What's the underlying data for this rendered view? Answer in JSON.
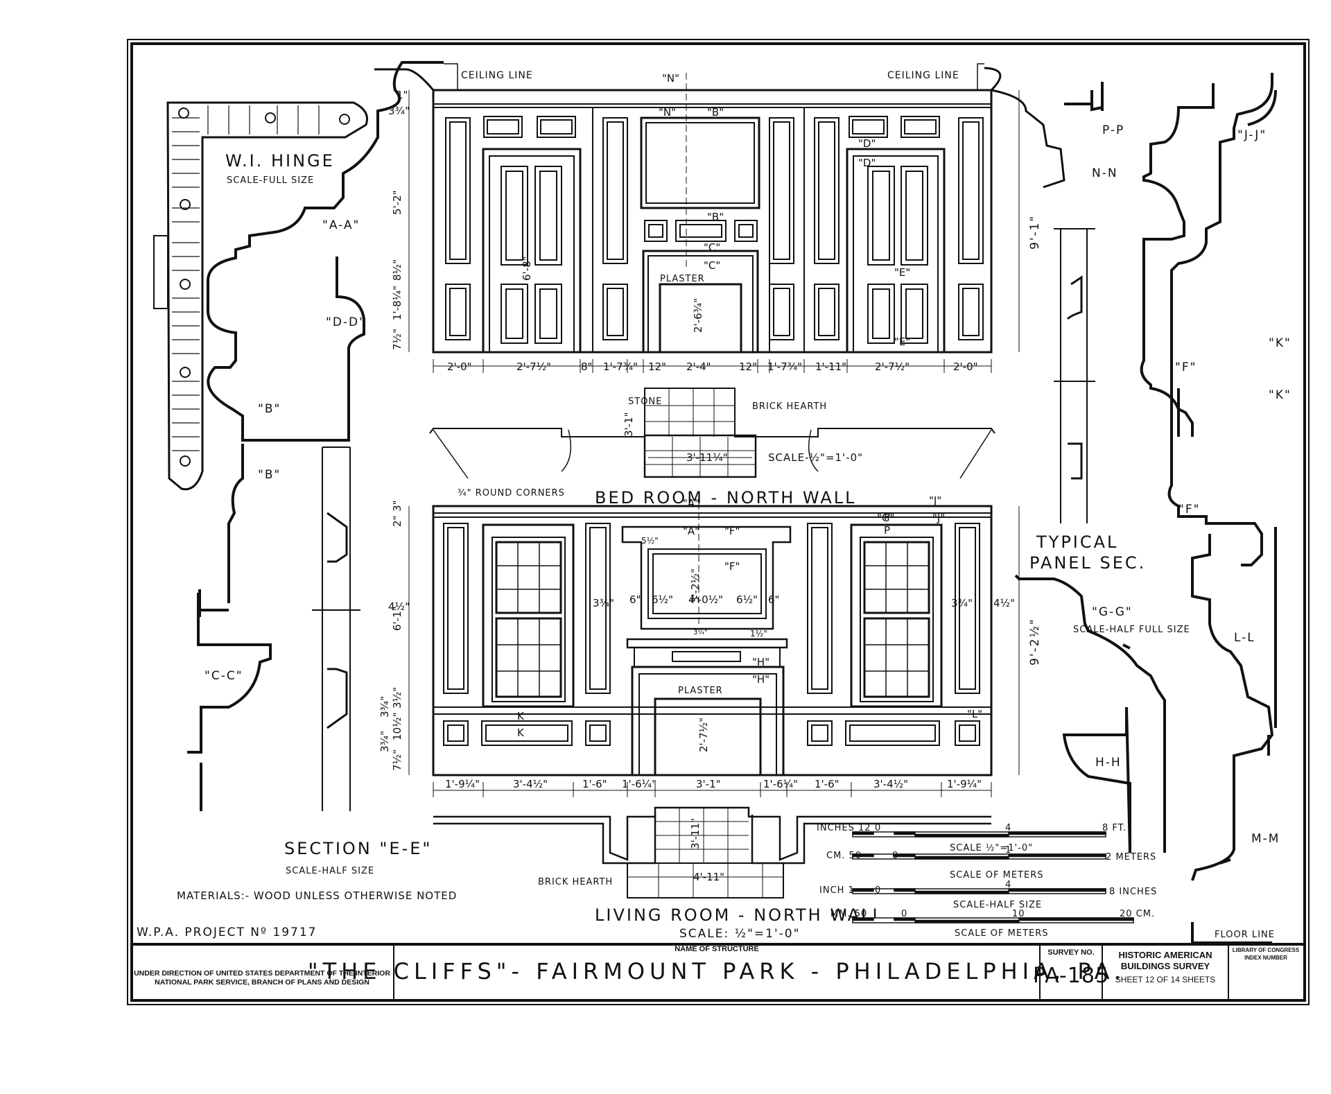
{
  "labels": {
    "ceiling_line_left": "CEILING LINE",
    "ceiling_line_right": "CEILING LINE",
    "hinge_title": "W.I. HINGE",
    "hinge_scale": "SCALE-FULL SIZE",
    "sec_aa": "\"A-A\"",
    "sec_dd": "\"D-D\"",
    "sec_b1": "\"B\"",
    "sec_b2": "\"B\"",
    "sec_cc": "\"C-C\"",
    "section_ee": "SECTION \"E-E\"",
    "section_ee_scale": "SCALE-HALF SIZE",
    "materials": "MATERIALS:- WOOD UNLESS OTHERWISE NOTED",
    "wpa": "W.P.A. PROJECT Nº 19717",
    "stone": "STONE",
    "brick_hearth_upper": "BRICK HEARTH",
    "scale_half_inch_upper": "SCALE-½\"=1'-0\"",
    "round_corners": "¾\" ROUND CORNERS",
    "bed_room": "BED ROOM - NORTH WALL",
    "living_room": "LIVING ROOM - NORTH WALL",
    "living_scale": "SCALE: ½\"=1'-0\"",
    "brick_hearth_lower": "BRICK HEARTH",
    "plaster_upper": "PLASTER",
    "plaster_lower": "PLASTER",
    "typical_panel_1": "TYPICAL",
    "typical_panel_2": "PANEL SEC.",
    "sec_pp": "P-P",
    "sec_nn": "N-N",
    "sec_jj": "\"J-J\"",
    "sec_k1": "\"K\"",
    "sec_k2": "\"K\"",
    "sec_f1": "\"F\"",
    "sec_f2": "\"F\"",
    "sec_gg": "\"G-G\"",
    "sec_gg_scale": "SCALE-HALF FULL SIZE",
    "sec_ll": "L-L",
    "sec_hh": "H-H",
    "sec_mm": "M-M",
    "floor_line": "FLOOR LINE"
  },
  "markers": {
    "n1": "\"N\"",
    "n2": "\"N\"",
    "b1": "\"B\"",
    "b2": "\"B\"",
    "c1": "\"C\"",
    "c2": "\"C\"",
    "d1": "\"D\"",
    "d2": "\"D\"",
    "e1": "\"E\"",
    "e2": "\"E\"",
    "a1": "\"A\"",
    "a2": "\"A\"",
    "f1": "\"F\"",
    "f2": "\"F\"",
    "j1": "\"J\"",
    "j2": "\"J\"",
    "g1": "\"G\"",
    "h1": "\"H\"",
    "h2": "\"H\"",
    "k1": "K",
    "k2": "K",
    "l1": "\"L\"",
    "p1": "P",
    "p2": "P"
  },
  "dims_upper": {
    "bottom": [
      "2'-0\"",
      "2'-7½\"",
      "8\"",
      "1'-7¾\"",
      "12\"",
      "2'-4\"",
      "12\"",
      "1'-7¾\"",
      "1'-11\"",
      "2'-7½\"",
      "2'-0\""
    ],
    "left": [
      "1\"",
      "3¾\"",
      "5'-2\"",
      "8½\"",
      "1'-8¼\"",
      "7½\""
    ],
    "right": "9'-1\"",
    "door_height": "6'-8\"",
    "opening_height": "2'-6¾\"",
    "hearth_upper_height": "3'-1\"",
    "hearth_upper_width": "3'-11¼\""
  },
  "dims_lower": {
    "bottom": [
      "1'-9¼\"",
      "3'-4½\"",
      "1'-6\"",
      "1'-6¼\"",
      "3'-1\"",
      "1'-6¼\"",
      "1'-6\"",
      "3'-4½\"",
      "1'-9¼\""
    ],
    "left": [
      "2\"",
      "3\"",
      "4½\"",
      "6'-1\"",
      "3½\"",
      "3¾\"",
      "10½\"",
      "3¾\"",
      "7½\""
    ],
    "right": "9'-2½\"",
    "stile_left": "3¾\"",
    "stile_right": "3¾\"",
    "right_edge": "4½\"",
    "overmantel": [
      "6\"",
      "6½\"",
      "4'-0½\"",
      "6½\"",
      "6\""
    ],
    "overmantel_height": "3'-2½\"",
    "small_dims": [
      "5½\"",
      "1½\"",
      "3¼\""
    ],
    "opening_height": "2'-7½\"",
    "hearth_lower_depth": "3'-11\"",
    "hearth_lower_width": "4'-11\""
  },
  "scales": [
    {
      "left": "INCHES 12",
      "t0": "0",
      "t1": "4",
      "t2": "8 FT.",
      "caption": "SCALE ½\"=1'-0\""
    },
    {
      "left": "CM. 50",
      "t0": "0",
      "t1": "1",
      "t2": "2 METERS",
      "caption": "SCALE OF METERS"
    },
    {
      "left": "INCH 1",
      "t0": "0",
      "t1": "4",
      "t2": "8 INCHES",
      "caption": "SCALE-HALF SIZE"
    },
    {
      "left": "MM. 50",
      "t0": "0",
      "t1": "10",
      "t2": "20 CM.",
      "caption": "SCALE OF METERS"
    }
  ],
  "title_block": {
    "direction_1": "UNDER DIRECTION OF UNITED STATES DEPARTMENT OF THE INTERIOR",
    "direction_2": "NATIONAL PARK SERVICE, BRANCH OF PLANS AND DESIGN",
    "name_caption": "NAME OF STRUCTURE",
    "structure": "\"THE CLIFFS\"- FAIRMOUNT PARK - PHILADELPHIA, PA.",
    "survey_caption": "SURVEY NO.",
    "survey_no": "PA-185",
    "habs_1": "HISTORIC AMERICAN",
    "habs_2": "BUILDINGS SURVEY",
    "sheet": "SHEET 12 OF 14 SHEETS",
    "loc_1": "LIBRARY OF CONGRESS",
    "loc_2": "INDEX NUMBER"
  }
}
